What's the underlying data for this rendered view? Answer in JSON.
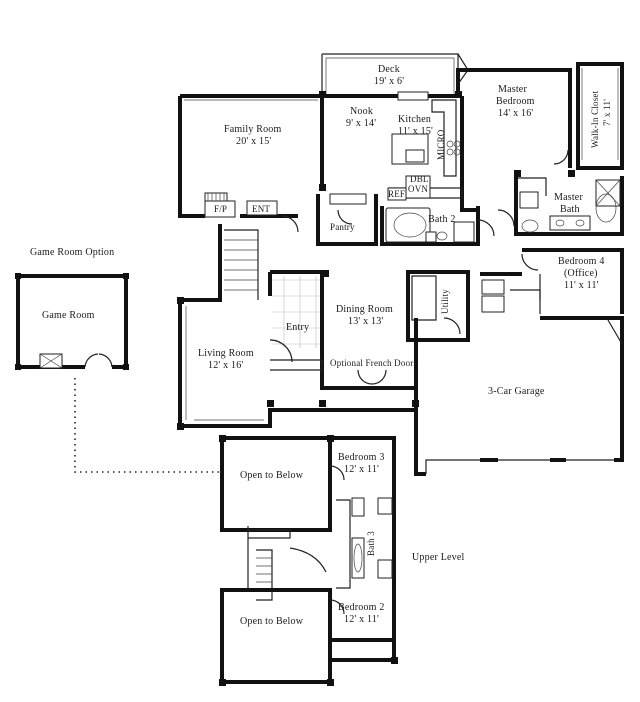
{
  "rooms": {
    "deck": {
      "name": "Deck",
      "dims": "19' x 6'"
    },
    "master_bedroom": {
      "name1": "Master",
      "name2": "Bedroom",
      "dims": "14' x 16'"
    },
    "walk_in_closet": {
      "name": "Walk-In Closet",
      "dims": "7' x 11'"
    },
    "nook": {
      "name": "Nook",
      "dims": "9' x 14'"
    },
    "kitchen": {
      "name": "Kitchen",
      "dims": "11' x 15'"
    },
    "family_room": {
      "name": "Family Room",
      "dims": "20' x 15'"
    },
    "master_bath": {
      "name1": "Master",
      "name2": "Bath"
    },
    "bath2": {
      "name": "Bath 2"
    },
    "pantry": {
      "name": "Pantry"
    },
    "bedroom4": {
      "name": "Bedroom 4",
      "sub": "(Office)",
      "dims": "11' x 11'"
    },
    "utility": {
      "name": "Utility"
    },
    "dining_room": {
      "name": "Dining Room",
      "dims": "13' x 13'"
    },
    "entry": {
      "name": "Entry"
    },
    "living_room": {
      "name": "Living Room",
      "dims": "12' x 16'"
    },
    "garage": {
      "name": "3-Car Garage"
    },
    "game_room": {
      "name": "Game Room"
    },
    "bedroom3": {
      "name": "Bedroom 3",
      "dims": "12' x 11'"
    },
    "bath3": {
      "name": "Bath 3"
    },
    "bedroom2": {
      "name": "Bedroom 2",
      "dims": "12' x 11'"
    },
    "open_below_1": {
      "name": "Open to Below"
    },
    "open_below_2": {
      "name": "Open to Below"
    }
  },
  "labels": {
    "game_room_option": "Game Room Option",
    "upper_level": "Upper Level",
    "optional_french_doors": "Optional French Doors",
    "micro": "MICRO",
    "dbl": "DBL",
    "ovn": "OVN",
    "ref": "REF",
    "fp": "F/P",
    "ent": "ENT"
  }
}
